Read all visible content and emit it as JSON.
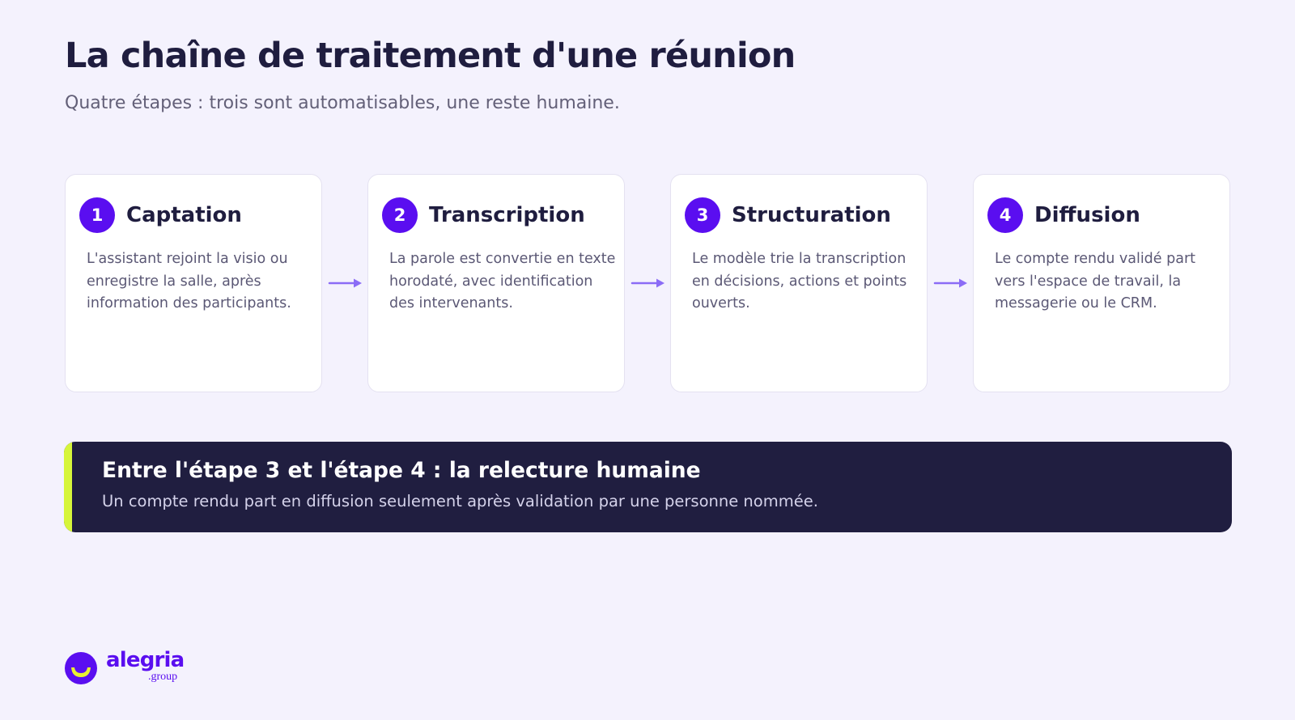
{
  "page": {
    "title": "La chaîne de traitement d'une réunion",
    "subtitle": "Quatre étapes : trois sont automatisables, une reste humaine."
  },
  "steps": [
    {
      "number": "1",
      "title": "Captation",
      "description": "L'assistant rejoint la visio ou enregistre la salle, après information des participants."
    },
    {
      "number": "2",
      "title": "Transcription",
      "description": "La parole est convertie en texte horodaté, avec identification des intervenants."
    },
    {
      "number": "3",
      "title": "Structuration",
      "description": "Le modèle trie la transcription en décisions, actions et points ouverts."
    },
    {
      "number": "4",
      "title": "Diffusion",
      "description": "Le compte rendu validé part vers l'espace de travail, la messagerie ou le CRM."
    }
  ],
  "banner": {
    "title": "Entre l'étape 3 et l'étape 4 : la relecture humaine",
    "text": "Un compte rendu part en diffusion seulement après validation par une personne nommée."
  },
  "logo": {
    "name": "alegria",
    "suffix": ".group"
  },
  "colors": {
    "background": "#f4f2fd",
    "accent": "#5a0ef0",
    "arrow": "#8b6cf6",
    "banner_bg": "#201e40",
    "banner_accent": "#d6f53a",
    "logo_smile": "#e8f032"
  },
  "icons": {
    "connector": "arrow-right-icon",
    "logo": "alegria-logo-icon"
  }
}
